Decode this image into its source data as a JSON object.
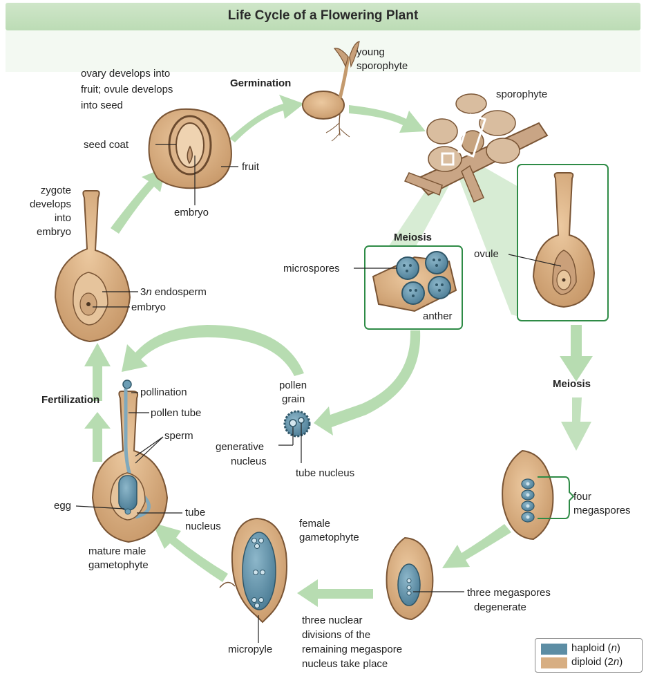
{
  "title": "Life Cycle of a Flowering Plant",
  "colors": {
    "arrow": "#b7dcb1",
    "diploid": "#d7ae82",
    "haploid": "#5c8da4",
    "box": "#2e8b46"
  },
  "stage_labels": {
    "germination": "Germination",
    "meiosis_top": "Meiosis",
    "meiosis_right": "Meiosis",
    "fertilization": "Fertilization"
  },
  "labels": {
    "young_sporophyte_1": "young",
    "young_sporophyte_2": "sporophyte",
    "sporophyte": "sporophyte",
    "ovary_1": "ovary develops into",
    "ovary_2": "fruit; ovule develops",
    "ovary_3": "into seed",
    "seed_coat": "seed coat",
    "fruit": "fruit",
    "embryo_seed": "embryo",
    "zygote_1": "zygote",
    "zygote_2": "develops",
    "zygote_3": "into",
    "zygote_4": "embryo",
    "endosperm_a": "3",
    "endosperm_b": "n",
    "endosperm_c": " endosperm",
    "embryo_ovule": "embryo",
    "microspores": "microspores",
    "anther": "anther",
    "ovule": "ovule",
    "pollen_grain_1": "pollen",
    "pollen_grain_2": "grain",
    "generative_1": "generative",
    "generative_2": "nucleus",
    "tube_nucleus_pollen": "tube nucleus",
    "pollination": "pollination",
    "pollen_tube": "pollen tube",
    "sperm": "sperm",
    "egg": "egg",
    "tube_nucleus_1": "tube",
    "tube_nucleus_2": "nucleus",
    "mature_male_1": "mature male",
    "mature_male_2": "gametophyte",
    "female_1": "female",
    "female_2": "gametophyte",
    "micropyle": "micropyle",
    "three_nuclear_1": "three nuclear",
    "three_nuclear_2": "divisions of the",
    "three_nuclear_3": "remaining megaspore",
    "three_nuclear_4": "nucleus take place",
    "three_mega_1": "three megaspores",
    "three_mega_2": "degenerate",
    "four_mega_1": "four",
    "four_mega_2": "megaspores"
  },
  "legend": {
    "haploid": "haploid",
    "haploid_sym": "n",
    "diploid": "diploid",
    "diploid_sym_a": "2",
    "diploid_sym_b": "n"
  }
}
